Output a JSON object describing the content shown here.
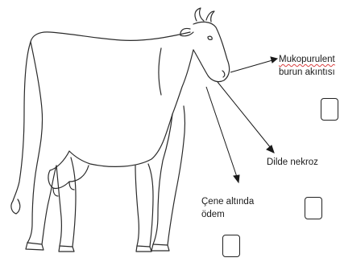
{
  "diagram": {
    "subject": "cow-outline",
    "annotations": [
      {
        "id": "mukopurulent",
        "lines": [
          "Mukopurulent",
          "burun akıntısı"
        ]
      },
      {
        "id": "dil",
        "lines": [
          "Dilde nekroz"
        ]
      },
      {
        "id": "cene",
        "lines": [
          "Çene altında",
          "ödem"
        ]
      }
    ]
  },
  "colors": {
    "outline": "#2b2b2b",
    "spellcheck_underline": "#d94040"
  }
}
